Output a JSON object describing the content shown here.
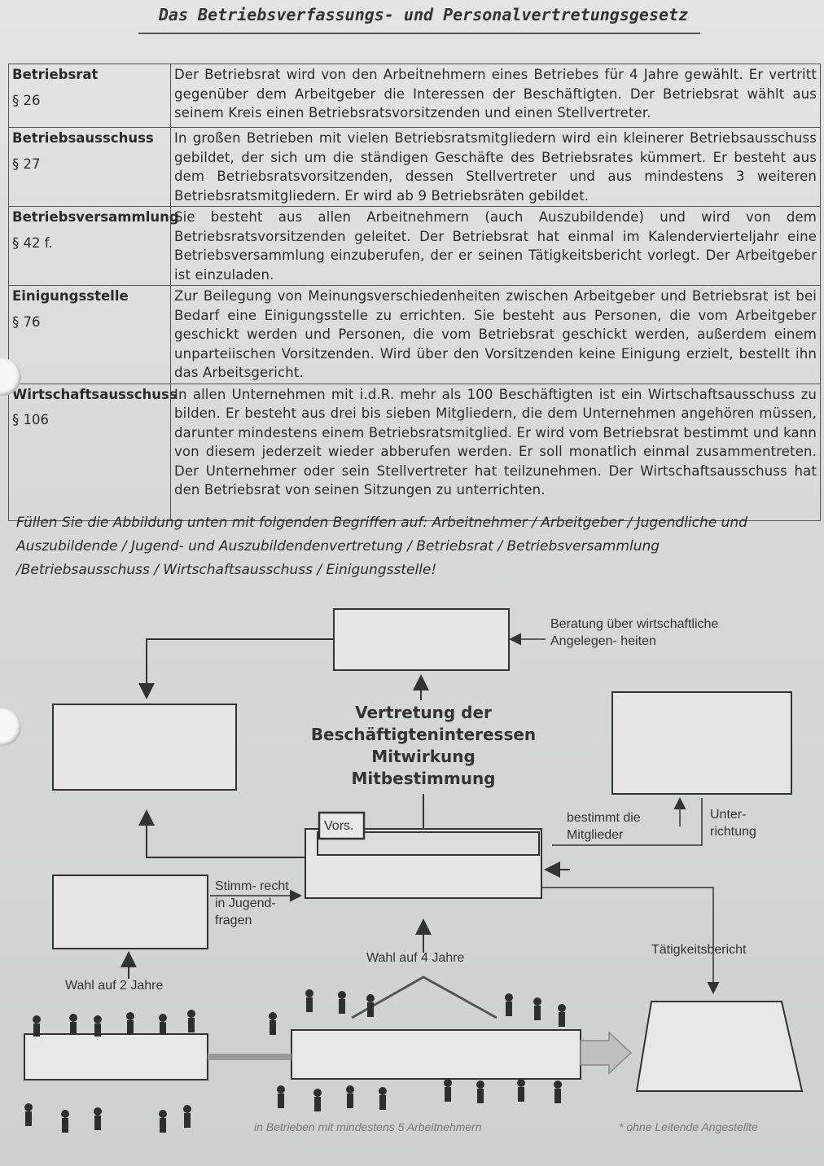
{
  "title": "Das Betriebsverfassungs- und Personalvertretungsgesetz",
  "table": [
    {
      "term": "Betriebsrat",
      "para": "§ 26",
      "desc": "Der Betriebsrat wird von den Arbeitnehmern eines Betriebes für 4 Jahre gewählt. Er vertritt gegenüber dem Arbeitgeber die Interessen der Beschäftigten. Der Betriebsrat wählt aus seinem Kreis einen Betriebsratsvorsitzenden und einen Stellvertreter."
    },
    {
      "term": "Betriebsausschuss",
      "para": "§ 27",
      "desc": "In großen Betrieben mit vielen Betriebsratsmitgliedern wird ein kleinerer Betriebsausschuss gebildet, der sich um die ständigen Geschäfte des Betriebsrates kümmert. Er besteht aus dem Betriebsratsvorsitzenden, dessen Stellvertreter und aus mindestens 3 weiteren Betriebsratsmitgliedern. Er wird ab 9 Betriebsräten gebildet."
    },
    {
      "term": "Betriebsversammlung",
      "para": "§ 42 f.",
      "desc": "Sie besteht aus allen Arbeitnehmern (auch Auszubildende) und wird von dem Betriebsratsvorsitzenden geleitet. Der Betriebsrat hat einmal im Kalendervierteljahr eine Betriebsversammlung einzuberufen, der er seinen Tätigkeitsbericht vorlegt. Der Arbeitgeber ist einzuladen."
    },
    {
      "term": "Einigungsstelle",
      "para": "§ 76",
      "desc": "Zur Beilegung von Meinungsverschiedenheiten zwischen Arbeitgeber und Betriebsrat ist bei Bedarf eine Einigungsstelle zu errichten. Sie besteht aus Personen, die vom Arbeitgeber geschickt werden und Personen, die vom Betriebsrat geschickt werden, außerdem einem unparteiischen Vorsitzenden. Wird über den Vorsitzenden keine Einigung erzielt, bestellt ihn das Arbeitsgericht."
    },
    {
      "term": "Wirtschaftsausschuss",
      "para": "§ 106",
      "desc": "In allen Unternehmen mit i.d.R. mehr als 100 Beschäftigten ist ein Wirtschaftsausschuss zu bilden. Er besteht aus drei bis sieben Mitgliedern, die dem Unternehmen angehören müssen, darunter mindestens einem Betriebsratsmitglied. Er wird vom Betriebsrat bestimmt und kann von diesem jederzeit wieder abberufen werden. Er soll monatlich einmal zusammentreten. Der Unternehmer oder sein Stellvertreter hat teilzunehmen. Der Wirtschaftsausschuss hat den Betriebsrat von seinen Sitzungen zu unterrichten."
    }
  ],
  "instruction": "Füllen Sie die Abbildung unten mit folgenden Begriffen auf: Arbeitnehmer / Arbeitgeber / Jugendliche und Auszubildende / Jugend- und Auszubildendenvertretung / Betriebsrat / Betriebsversammlung /Betriebsausschuss / Wirtschaftsausschuss / Einigungsstelle!",
  "diagram": {
    "beratung": "Beratung über wirtschaftliche Angelegen- heiten",
    "center_lines": [
      "Vertretung der",
      "Beschäftigteninteressen",
      "Mitwirkung",
      "Mitbestimmung"
    ],
    "vors": "Vors.",
    "bestimmt": "bestimmt die Mitglieder",
    "unterrichtung": "Unter- richtung",
    "stimmrecht": "Stimm- recht in Jugend- fragen",
    "wahl4": "Wahl auf 4 Jahre",
    "wahl2": "Wahl auf 2 Jahre",
    "taetigkeitsbericht": "Tätigkeitsbericht",
    "footnote_left": "in Betrieben mit mindestens 5 Arbeitnehmern",
    "footnote_right": "* ohne Leitende Angestellte"
  }
}
